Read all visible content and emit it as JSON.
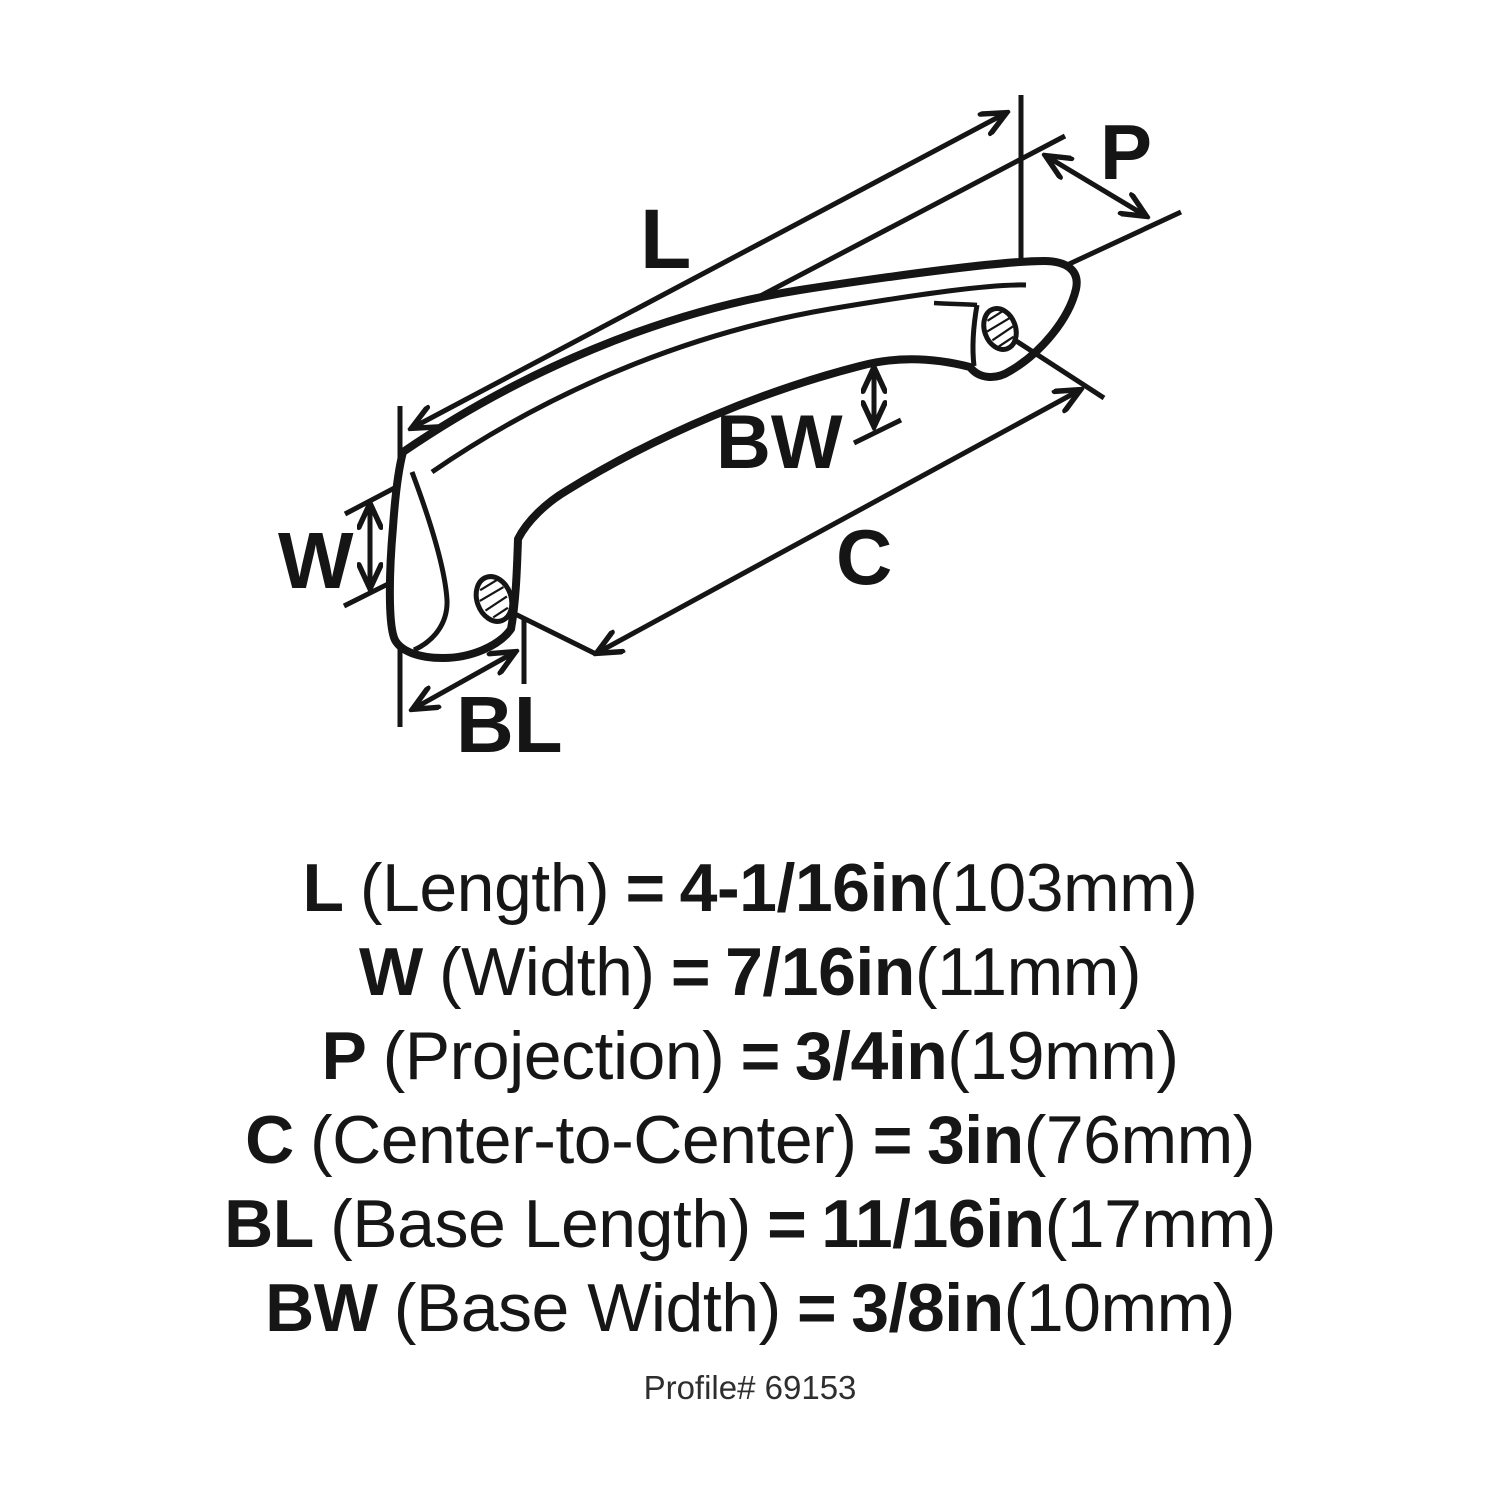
{
  "diagram": {
    "description": "Isometric line drawing of a curved cabinet pull handle with two screw-hole base pads and dimension callouts",
    "labels": {
      "length": "L",
      "projection": "P",
      "width": "W",
      "base_width": "BW",
      "center_to_center": "C",
      "base_length": "BL"
    }
  },
  "specs": {
    "rows": [
      {
        "abbr": "L",
        "name": "(Length)",
        "eq": "=",
        "value": "4-1/16in",
        "metric": "(103mm)"
      },
      {
        "abbr": "W",
        "name": "(Width)",
        "eq": "=",
        "value": "7/16in",
        "metric": "(11mm)"
      },
      {
        "abbr": "P",
        "name": "(Projection)",
        "eq": "=",
        "value": "3/4in",
        "metric": "(19mm)"
      },
      {
        "abbr": "C",
        "name": "(Center-to-Center)",
        "eq": "=",
        "value": "3in",
        "metric": "(76mm)"
      },
      {
        "abbr": "BL",
        "name": "(Base Length)",
        "eq": "=",
        "value": "11/16in",
        "metric": "(17mm)"
      },
      {
        "abbr": "BW",
        "name": "(Base Width)",
        "eq": "=",
        "value": "3/8in",
        "metric": "(10mm)"
      }
    ],
    "profile": "Profile# 69153"
  },
  "colors": {
    "ink": "#151515",
    "background": "#ffffff"
  }
}
